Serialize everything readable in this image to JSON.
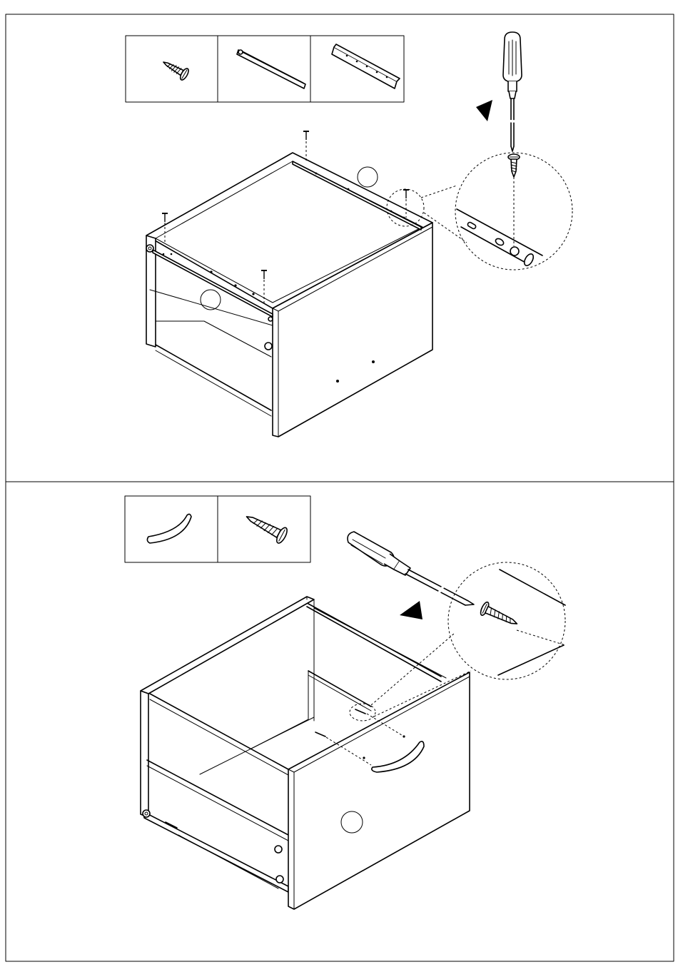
{
  "document": {
    "type": "assembly-instructions",
    "panels": [
      {
        "id": "panel-1",
        "hardware": [
          "wood-screw",
          "drawer-runner-rail",
          "drawer-slide-rail"
        ],
        "part_marker": "",
        "callout_marker": ""
      },
      {
        "id": "panel-2",
        "hardware": [
          "drawer-handle",
          "wood-screw"
        ],
        "part_marker": ""
      }
    ]
  },
  "colors": {
    "line": "#000000",
    "background": "#ffffff"
  },
  "icons": [
    "screwdriver-icon",
    "rotation-arrow-icon",
    "screw-icon",
    "handle-icon",
    "rail-icon",
    "magnifier-callout-icon"
  ]
}
